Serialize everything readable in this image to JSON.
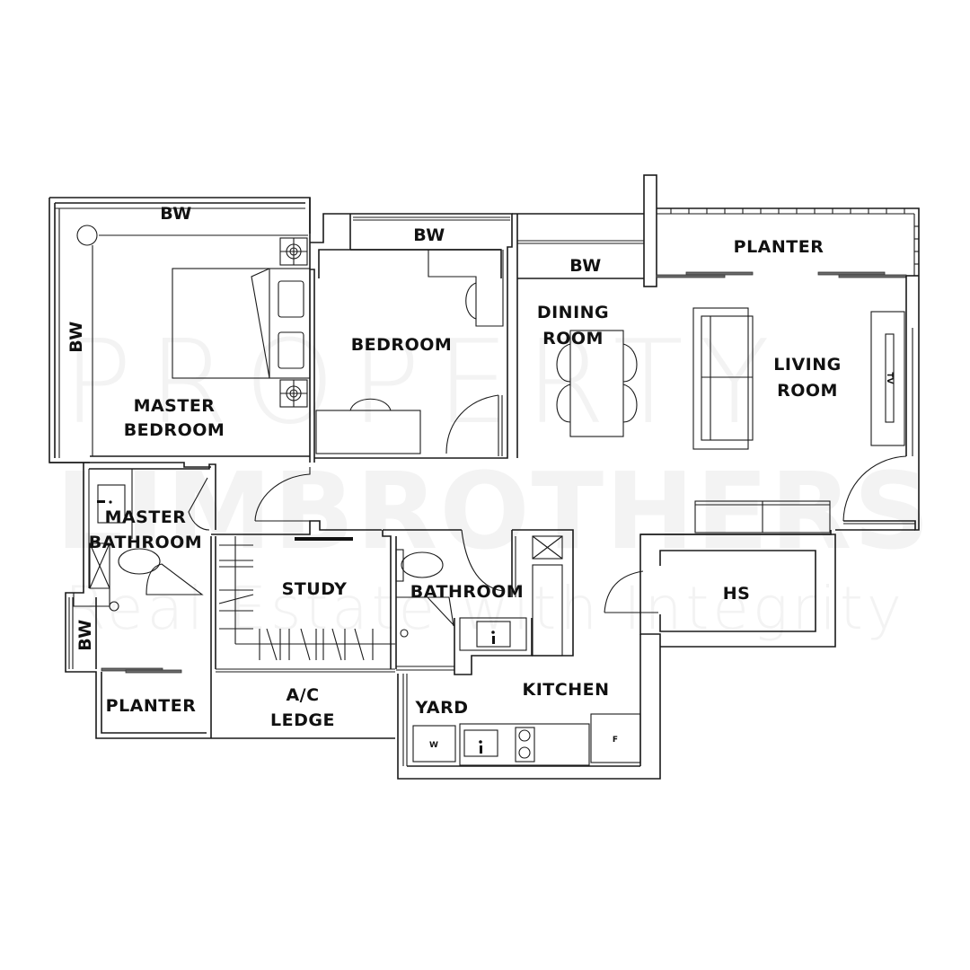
{
  "watermark": {
    "line1": "PROPERTY",
    "line2": "LIMBROTHERS",
    "line3": "Real Estate with Integrity"
  },
  "rooms": {
    "master_bedroom": {
      "line1": "MASTER",
      "line2": "BEDROOM"
    },
    "bedroom": {
      "label": "BEDROOM"
    },
    "dining_room": {
      "line1": "DINING",
      "line2": "ROOM"
    },
    "living_room": {
      "line1": "LIVING",
      "line2": "ROOM"
    },
    "master_bathroom": {
      "line1": "MASTER",
      "line2": "BATHROOM"
    },
    "study": {
      "label": "STUDY"
    },
    "bathroom": {
      "label": "BATHROOM"
    },
    "hs": {
      "label": "HS"
    },
    "kitchen": {
      "label": "KITCHEN"
    },
    "yard": {
      "label": "YARD"
    },
    "ac_ledge": {
      "line1": "A/C",
      "line2": "LEDGE"
    },
    "planter_top": {
      "label": "PLANTER"
    },
    "planter_bottom": {
      "label": "PLANTER"
    }
  },
  "wardrobes": {
    "master_top": "BW",
    "master_left": "BW",
    "bedroom_top": "BW",
    "dining_top": "BW",
    "bathroom_left": "BW"
  },
  "fixtures": {
    "tv": "TV",
    "washer": "W",
    "fridge": "F"
  }
}
